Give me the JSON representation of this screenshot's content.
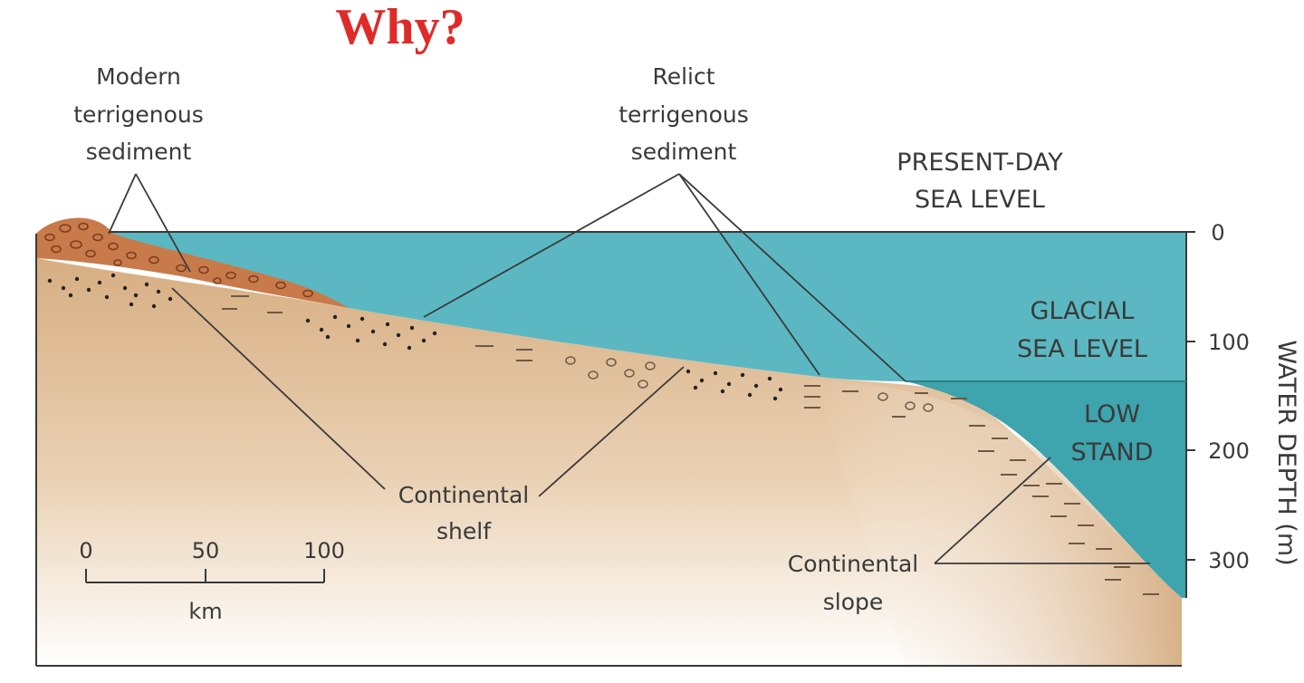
{
  "title": "Why?",
  "labels": {
    "modern": [
      "Modern",
      "terrigenous",
      "sediment"
    ],
    "relict": [
      "Relict",
      "terrigenous",
      "sediment"
    ],
    "present_sea_level": [
      "PRESENT-DAY",
      "SEA LEVEL"
    ],
    "glacial_sea_level": [
      "GLACIAL",
      "SEA LEVEL"
    ],
    "low_stand": [
      "LOW",
      "STAND"
    ],
    "continental_shelf": [
      "Continental",
      "shelf"
    ],
    "continental_slope": [
      "Continental",
      "slope"
    ]
  },
  "depth_axis": {
    "label": "WATER DEPTH (m)",
    "ticks": [
      "0",
      "100",
      "200",
      "300"
    ]
  },
  "scale_bar": {
    "ticks": [
      "0",
      "50",
      "100"
    ],
    "unit": "km"
  },
  "colors": {
    "title": "#e02a28",
    "shallow_water": "#5bb8c2",
    "deep_water": "#3fa3ab",
    "sediment": "#d9b48b",
    "modern_sediment": "#c97a4a"
  }
}
